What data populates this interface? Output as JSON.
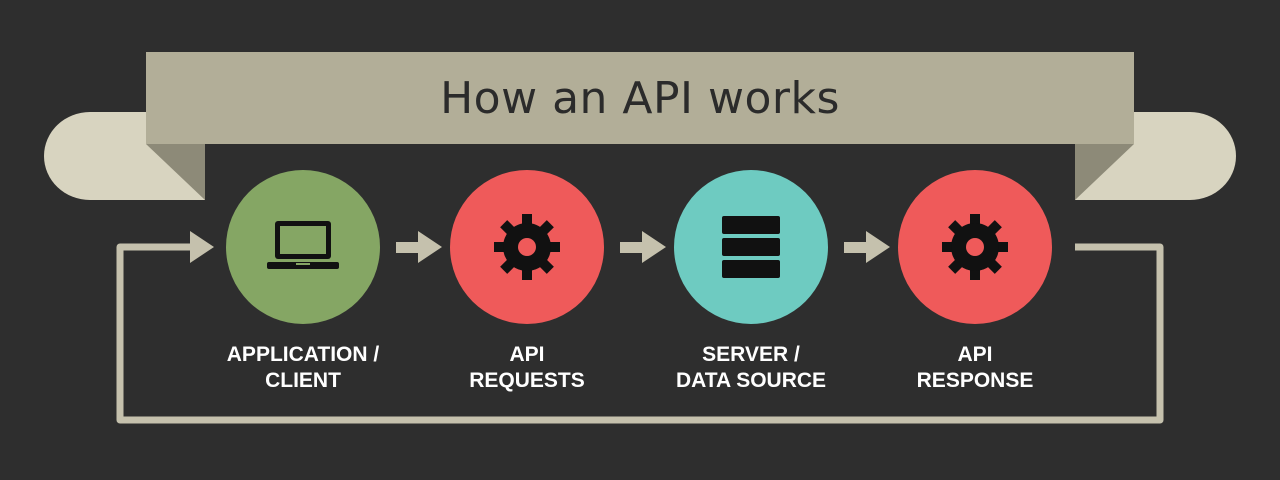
{
  "title": "How an API works",
  "colors": {
    "background": "#2e2e2e",
    "banner": "#b2ae98",
    "banner_fold": "#8d8a78",
    "ribbon_tail": "#d8d4c0",
    "loop_line": "#c5c1ad",
    "application": "#85a664",
    "request": "#ef5a5a",
    "server": "#6ecbc1",
    "response": "#ef5a5a"
  },
  "steps": [
    {
      "id": "application",
      "icon": "laptop-icon",
      "line1": "APPLICATION /",
      "line2": "CLIENT"
    },
    {
      "id": "request",
      "icon": "gear-icon",
      "line1": "API",
      "line2": "REQUESTS"
    },
    {
      "id": "server",
      "icon": "server-icon",
      "line1": "SERVER /",
      "line2": "DATA SOURCE"
    },
    {
      "id": "response",
      "icon": "gear-icon",
      "line1": "API",
      "line2": "RESPONSE"
    }
  ]
}
